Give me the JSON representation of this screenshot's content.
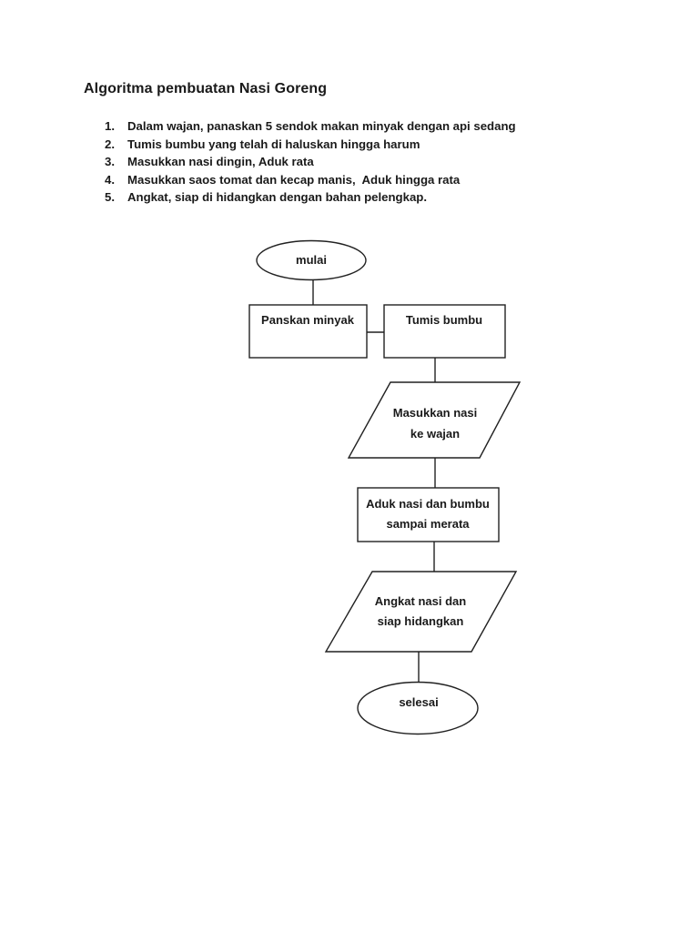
{
  "document": {
    "title": "Algoritma pembuatan Nasi Goreng"
  },
  "steps": [
    {
      "num": "1.",
      "text": "Dalam wajan, panaskan 5 sendok makan minyak dengan api sedang"
    },
    {
      "num": "2.",
      "text": "Tumis bumbu yang telah di haluskan hingga harum"
    },
    {
      "num": "3.",
      "text": "Masukkan nasi dingin, Aduk rata"
    },
    {
      "num": "4.",
      "text": "Masukkan saos tomat dan kecap manis,  Aduk hingga rata"
    },
    {
      "num": "5.",
      "text": "Angkat, siap di hidangkan dengan bahan pelengkap."
    }
  ],
  "flowchart": {
    "start_label": "mulai",
    "process1_label": "Panskan minyak",
    "process2_label": "Tumis bumbu",
    "io1_line1": "Masukkan nasi",
    "io1_line2": "ke wajan",
    "process3_line1": "Aduk nasi dan bumbu",
    "process3_line2": "sampai merata",
    "io2_line1": "Angkat nasi dan",
    "io2_line2": "siap hidangkan",
    "end_label": "selesai"
  },
  "colors": {
    "ink": "#212121",
    "page_background": "#ffffff"
  }
}
